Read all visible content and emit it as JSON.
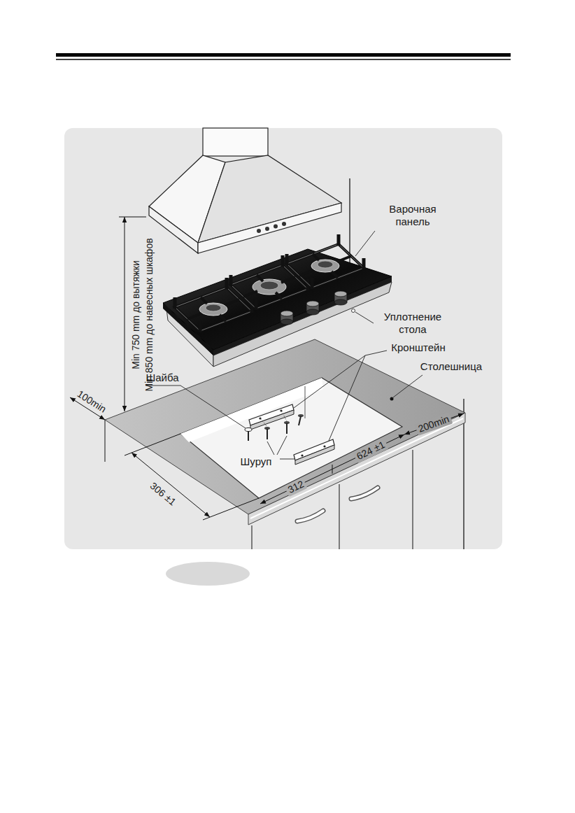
{
  "diagram": {
    "labels": [
      "Варочная панель",
      "Уплотнение стола",
      "Кронштейн",
      "Столешница",
      "Шайба",
      "Min 750 mm до вытяжки",
      "Min 850 mm до навесных шкафов",
      "100min",
      "306 ±1",
      "Шуруп",
      "312",
      "624 ±1",
      "200min"
    ]
  }
}
